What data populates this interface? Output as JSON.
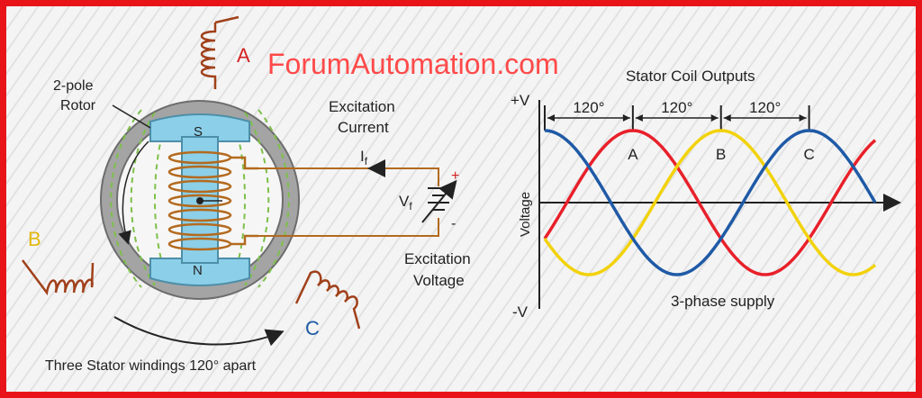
{
  "watermark": "ForumAutomation.com",
  "left": {
    "rotor_label_line1": "2-pole",
    "rotor_label_line2": "Rotor",
    "pole_south": "S",
    "pole_north": "N",
    "coil_a_label": "A",
    "coil_b_label": "B",
    "coil_c_label": "C",
    "excitation_current_line1": "Excitation",
    "excitation_current_line2": "Current",
    "current_symbol": "I",
    "current_subscript": "f",
    "voltage_symbol": "V",
    "voltage_subscript": "f",
    "plus_sign": "+",
    "minus_sign": "-",
    "excitation_voltage_line1": "Excitation",
    "excitation_voltage_line2": "Voltage",
    "windings_caption": "Three Stator windings 120° apart"
  },
  "chart_data": {
    "type": "line",
    "title": "Stator Coil Outputs",
    "subtitle": "3-phase supply",
    "ylabel": "Voltage",
    "y_top_label": "+V",
    "y_bottom_label": "-V",
    "x_unit": "degrees",
    "xlim": [
      0,
      450
    ],
    "ylim": [
      -1,
      1
    ],
    "interval_labels": [
      "120°",
      "120°",
      "120°"
    ],
    "interval_bounds": [
      0,
      120,
      240,
      360
    ],
    "peak_labels": [
      {
        "text": "A",
        "x": 120
      },
      {
        "text": "B",
        "x": 240
      },
      {
        "text": "C",
        "x": 360
      }
    ],
    "series": [
      {
        "color": "#e8202a",
        "phase_deg": 0
      },
      {
        "color": "#f2d20c",
        "phase_deg": 120
      },
      {
        "color": "#1f5aa6",
        "phase_deg": 240
      }
    ]
  },
  "colors": {
    "border": "#e8141a",
    "watermark": "#ff4a4a",
    "stator_ring": "#9a9a9a",
    "rotor_core": "#8ccfe8",
    "winding": "#b36a1e",
    "field_lines": "#7ec04a",
    "arrow": "#222222"
  }
}
